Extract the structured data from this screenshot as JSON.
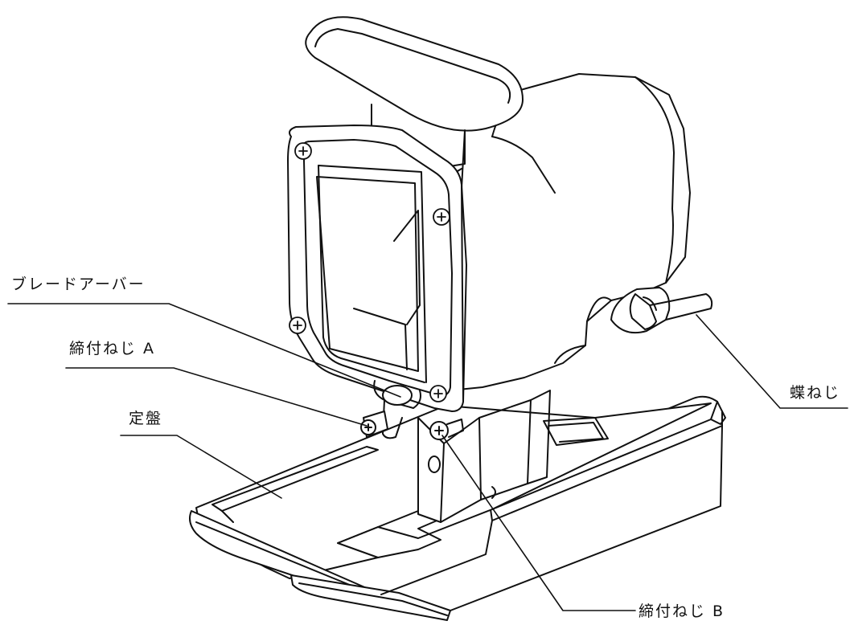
{
  "diagram": {
    "labels": {
      "blade_arbor": "ブレードアーバー",
      "clamp_screw_a": "締付ねじ A",
      "base_plate": "定盤",
      "wing_screw": "蝶ねじ",
      "clamp_screw_b": "締付ねじ B"
    },
    "line_color": "#111111"
  }
}
